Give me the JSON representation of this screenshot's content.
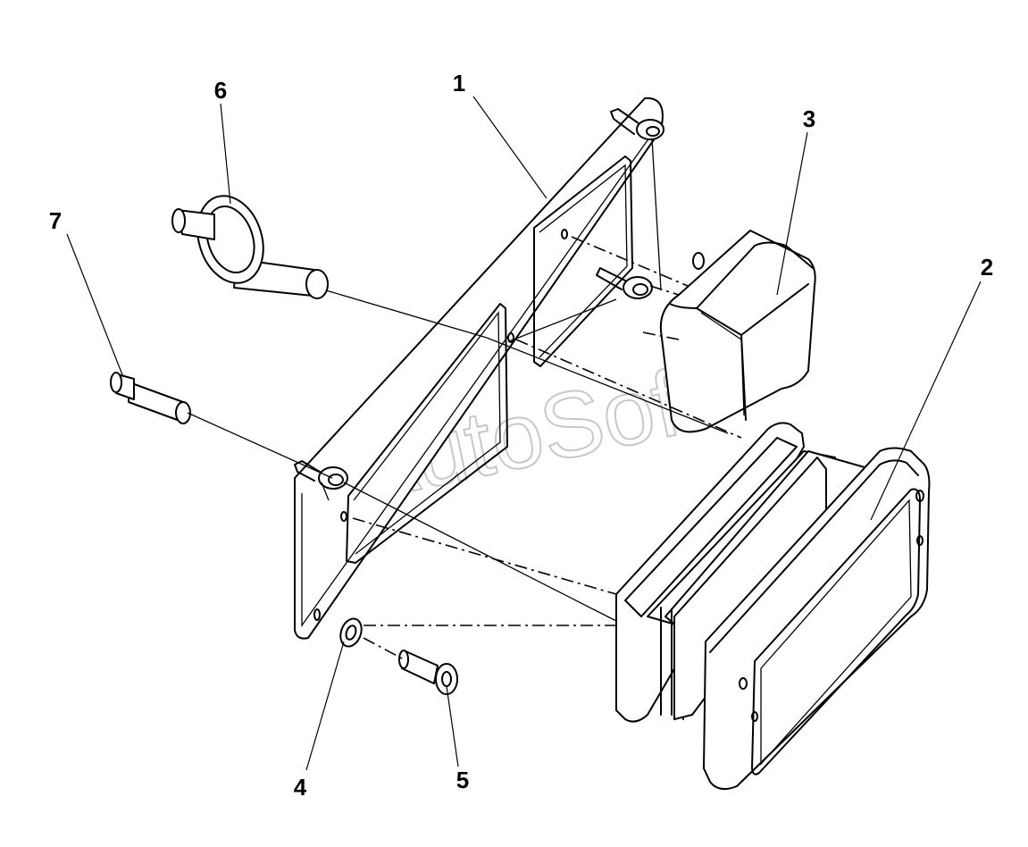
{
  "watermark": "AutoSoft",
  "callouts": [
    {
      "id": "1",
      "text": "1"
    },
    {
      "id": "2",
      "text": "2"
    },
    {
      "id": "3",
      "text": "3"
    },
    {
      "id": "4",
      "text": "4"
    },
    {
      "id": "5",
      "text": "5"
    },
    {
      "id": "6",
      "text": "6"
    },
    {
      "id": "7",
      "text": "7"
    }
  ]
}
